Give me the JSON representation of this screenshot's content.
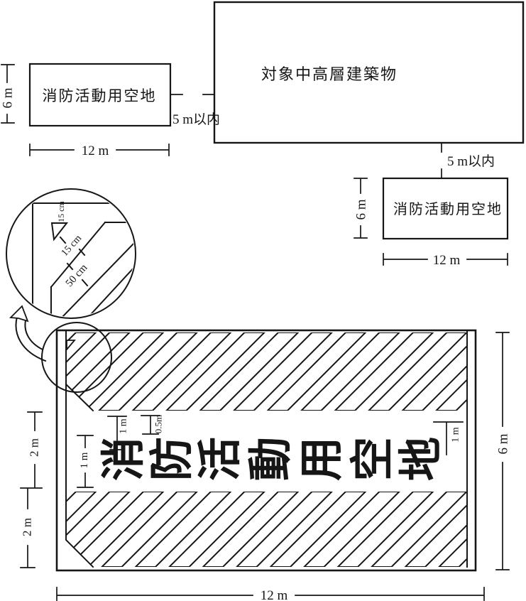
{
  "page": {
    "background": "#ffffff",
    "ink": "#161616"
  },
  "building": {
    "label": "対象中高層建築物"
  },
  "left_clearing": {
    "label": "消防活動用空地",
    "height": "6 m",
    "width": "12 m",
    "gap": "5 m以内"
  },
  "right_clearing": {
    "label": "消防活動用空地",
    "height": "6 m",
    "width": "12 m",
    "gap": "5 m以内"
  },
  "magnifier": {
    "edge_label": "15 cm",
    "gap_label": "15 cm",
    "stripe_label": "50 cm"
  },
  "main_area": {
    "label": "消防活動用空地",
    "chars": [
      "消",
      "防",
      "活",
      "動",
      "用",
      "空",
      "地"
    ],
    "height": "6 m",
    "width": "12 m",
    "upper_band": "2 m",
    "lower_band": "2 m",
    "left_margin": "1 m",
    "char_offset": "1 m",
    "half_offset": "0.5m",
    "right_margin": "1 m"
  }
}
